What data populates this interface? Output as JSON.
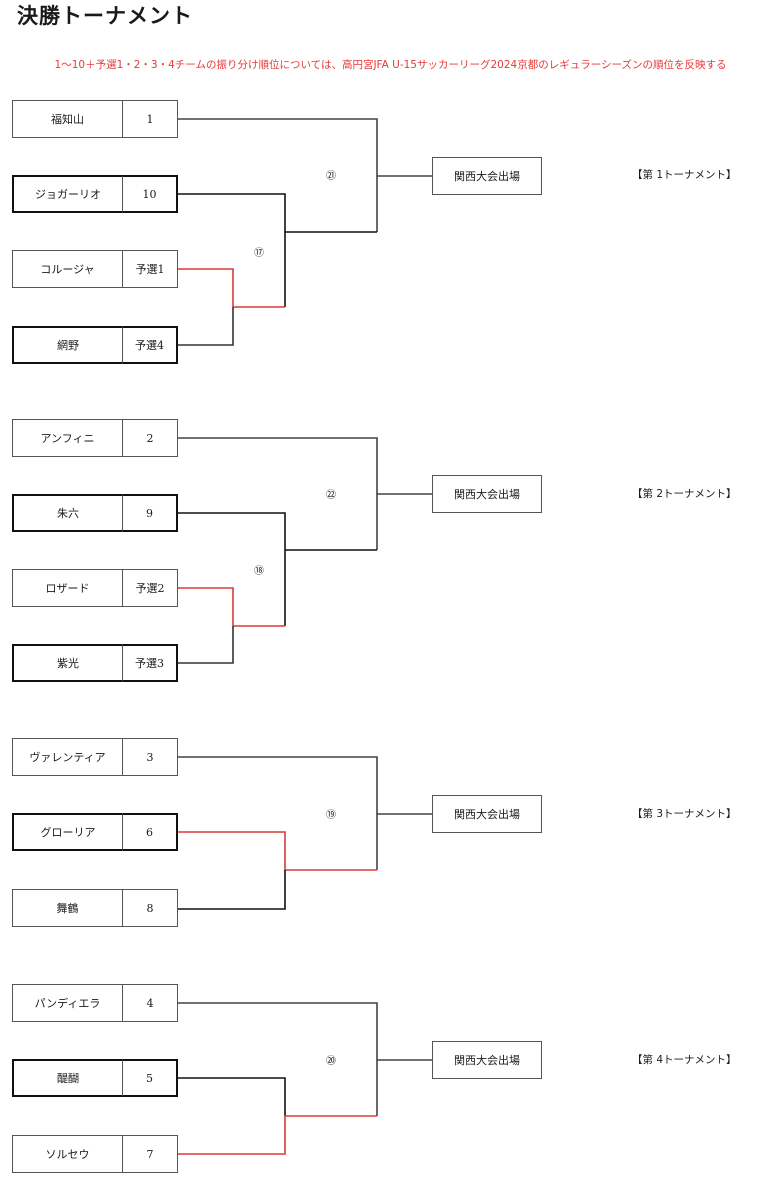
{
  "title": "決勝トーナメント",
  "note": "1〜10＋予選1・2・3・4チームの振り分け順位については、高円宮JFA U-15サッカーリーグ2024京都のレギュラーシーズンの順位を反映する",
  "final_label": "関西大会出場",
  "colors": {
    "note": "#e8393a",
    "winner_line": "#d93a3a",
    "line": "#1a1a1a"
  },
  "brackets": [
    {
      "name": "【第 1トーナメント】",
      "final_match": "㉑",
      "semi_match": "⑰",
      "teams": [
        {
          "name": "福知山",
          "seed": "1"
        },
        {
          "name": "ジョガーリオ",
          "seed": "10"
        },
        {
          "name": "コルージャ",
          "seed": "予選1"
        },
        {
          "name": "網野",
          "seed": "予選4"
        }
      ]
    },
    {
      "name": "【第 2トーナメント】",
      "final_match": "㉒",
      "semi_match": "⑱",
      "teams": [
        {
          "name": "アンフィニ",
          "seed": "2"
        },
        {
          "name": "朱六",
          "seed": "9"
        },
        {
          "name": "ロザード",
          "seed": "予選2"
        },
        {
          "name": "紫光",
          "seed": "予選3"
        }
      ]
    },
    {
      "name": "【第 3トーナメント】",
      "final_match": "⑲",
      "teams": [
        {
          "name": "ヴァレンティア",
          "seed": "3"
        },
        {
          "name": "グローリア",
          "seed": "6"
        },
        {
          "name": "舞鶴",
          "seed": "8"
        }
      ]
    },
    {
      "name": "【第 4トーナメント】",
      "final_match": "⑳",
      "teams": [
        {
          "name": "パンディエラ",
          "seed": "4"
        },
        {
          "name": "醍醐",
          "seed": "5"
        },
        {
          "name": "ソルセウ",
          "seed": "7"
        }
      ]
    }
  ]
}
